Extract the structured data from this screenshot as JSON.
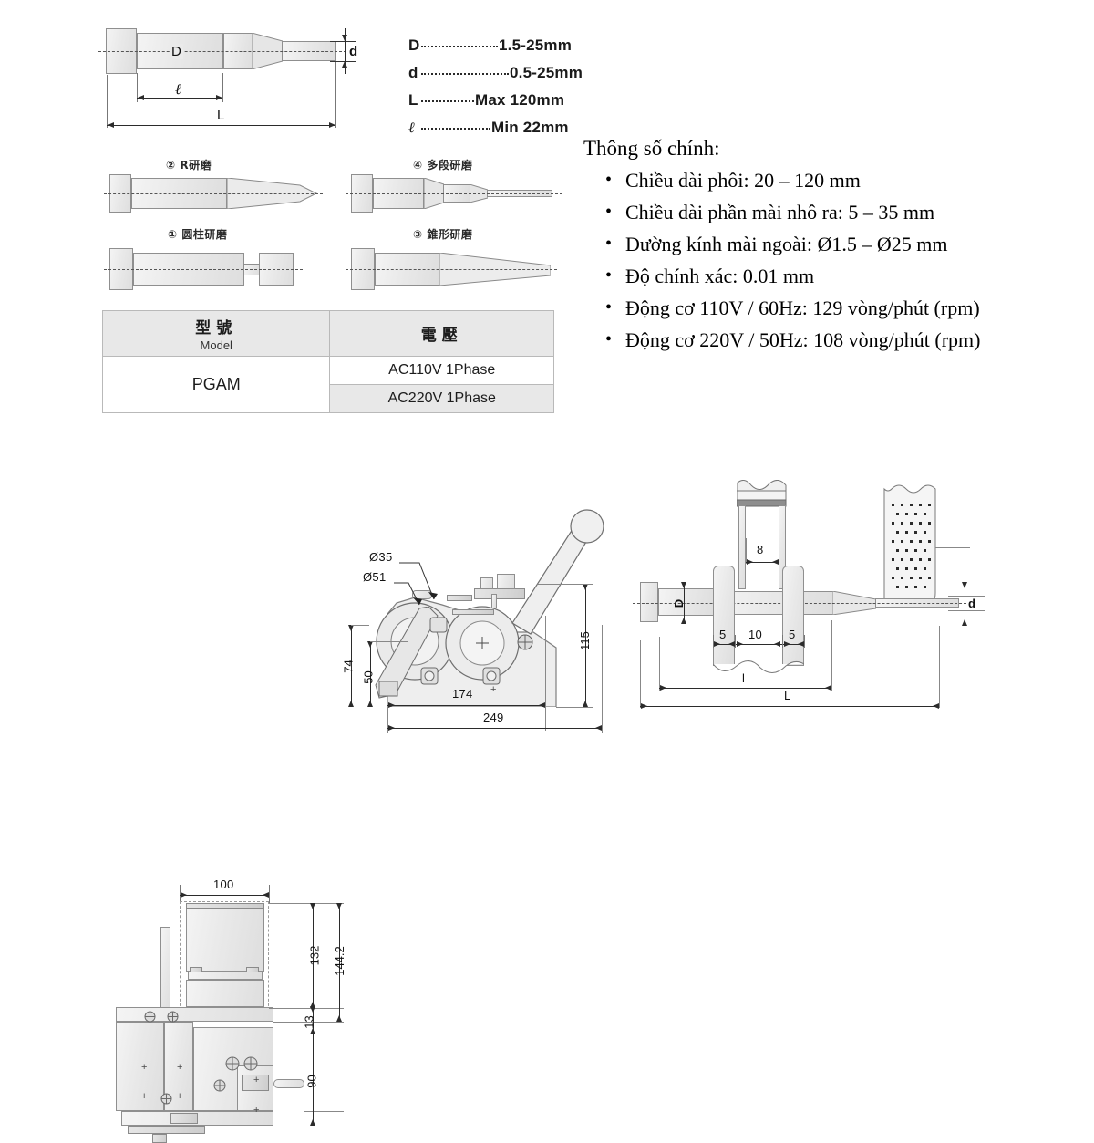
{
  "legend": [
    {
      "symbol": "D",
      "value": "1.5-25mm",
      "lead_width": 84
    },
    {
      "symbol": "d",
      "value": "0.5-25mm",
      "lead_width": 96
    },
    {
      "symbol": "L",
      "value": "Max 120mm",
      "lead_width": 58
    },
    {
      "symbol": "ℓ",
      "value": "Min 22mm",
      "lead_width": 76
    }
  ],
  "top_part_labels": {
    "diameter": "D",
    "small_diameter": "d",
    "grip_length": "ℓ",
    "total_length": "L"
  },
  "grinding_types": [
    {
      "id": "2",
      "label": "② R研磨"
    },
    {
      "id": "4",
      "label": "④ 多段研磨"
    },
    {
      "id": "1",
      "label": "① 圆柱研磨"
    },
    {
      "id": "3",
      "label": "③ 錐形研磨"
    }
  ],
  "model_table": {
    "headers": [
      {
        "cn": "型號",
        "en": "Model"
      },
      {
        "cn": "電壓",
        "en": ""
      }
    ],
    "model": "PGAM",
    "voltages": [
      "AC110V 1Phase",
      "AC220V 1Phase"
    ]
  },
  "spec": {
    "title": "Thông số chính:",
    "items": [
      "Chiều dài phôi: 20 – 120 mm",
      "Chiều dài phần mài nhô ra: 5 – 35 mm",
      "Đường kính mài ngoài: Ø1.5 – Ø25 mm",
      "Độ chính xác: 0.01 mm",
      "Động cơ 110V / 60Hz: 129 vòng/phút (rpm)",
      "Động cơ 220V / 50Hz: 108 vòng/phút (rpm)"
    ]
  },
  "drawing_left": {
    "width": "100",
    "height_inner": "132",
    "height_total": "144.2",
    "base": "13",
    "depth": "90"
  },
  "drawing_middle": {
    "wheel_outer": "Ø51",
    "wheel_inner": "Ø35",
    "center_height": "74",
    "spindle_height": "50",
    "lever_height": "115",
    "body_length": "174",
    "total_length": "249"
  },
  "drawing_right": {
    "wheel_width": "8",
    "big_diameter": "D",
    "small_diameter": "d",
    "gap_left": "5",
    "gap_mid": "10",
    "gap_right": "5",
    "grip_length": "l",
    "total_length": "L"
  },
  "colors": {
    "metal_light": "#f0f0f0",
    "metal_edge": "#8f8f8f",
    "dim_line": "#2b2b2b",
    "table_header": "#e8e8e8"
  }
}
